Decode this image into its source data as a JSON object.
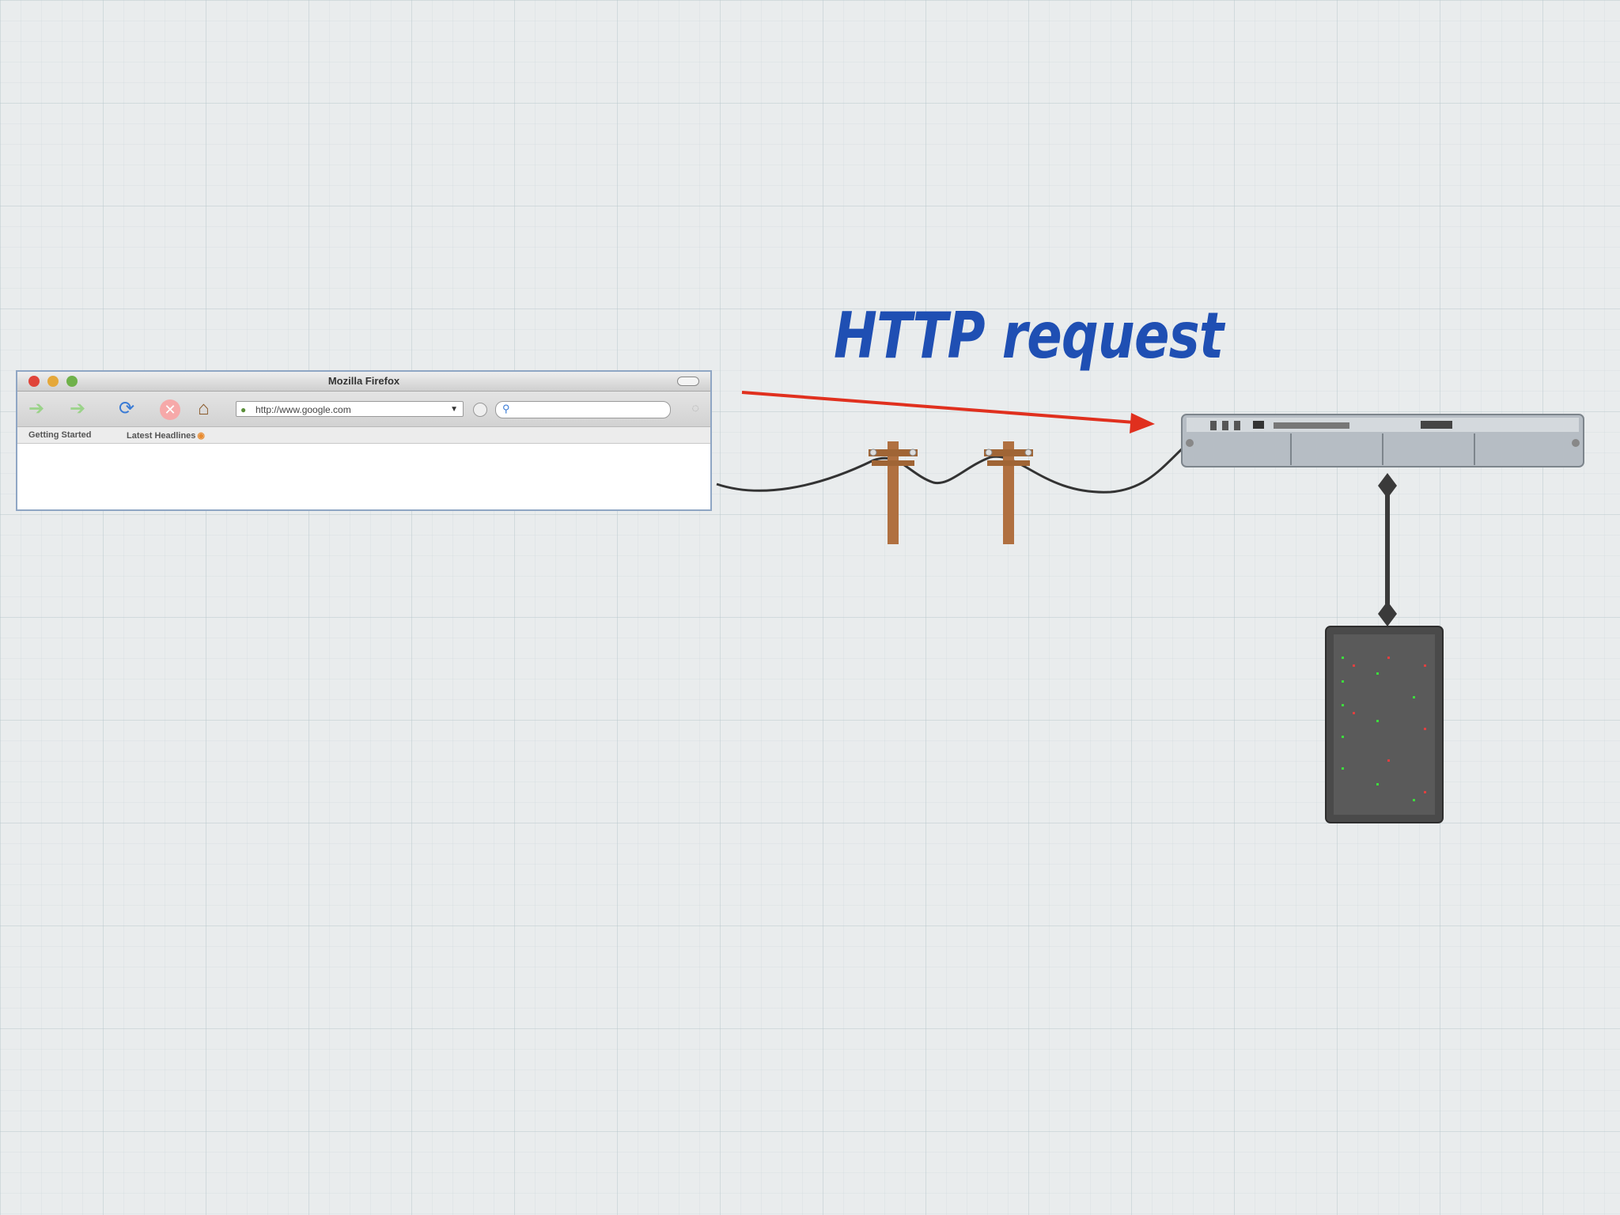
{
  "browser": {
    "title": "Mozilla Firefox",
    "url": "http://www.google.com",
    "bookmarks": [
      "Getting Started",
      "Latest Headlines"
    ],
    "icons": [
      "back-icon",
      "forward-icon",
      "reload-icon",
      "stop-icon",
      "home-icon",
      "search-icon"
    ]
  },
  "arrow": {
    "label": "HTTP request",
    "label_color": "#1f4fb3",
    "arrow_color": "#e0301e"
  },
  "nodes": [
    "telephone-pole",
    "telephone-pole",
    "rack-server",
    "storage-array"
  ]
}
